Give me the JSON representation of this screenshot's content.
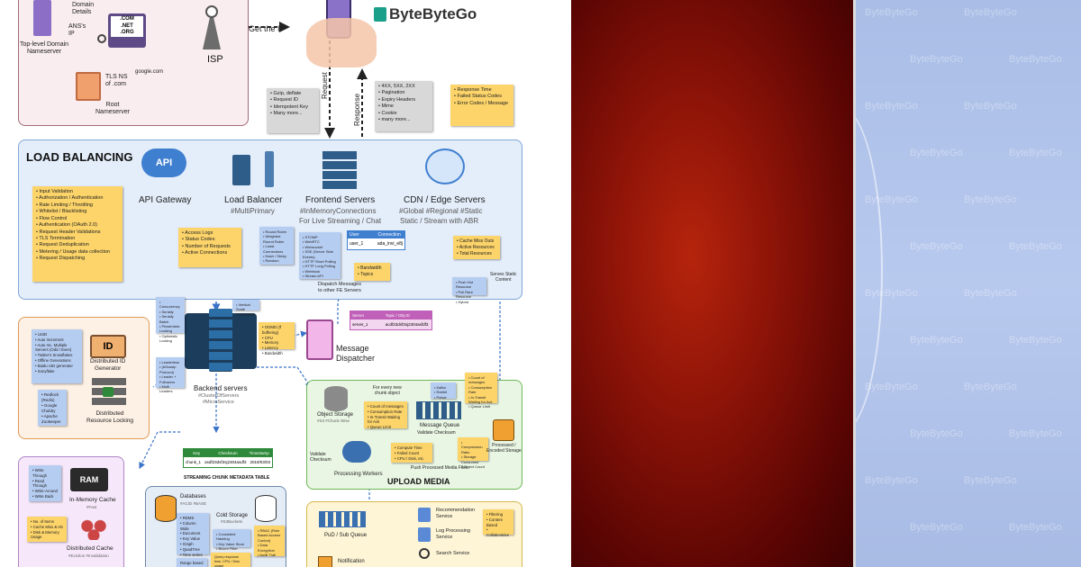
{
  "brand": "ByteByteGo",
  "dns": {
    "tld_label": "Top-level Domain\nNameserver",
    "root_label": "Root\nNameserver",
    "isp_label": "ISP",
    "get_ip": "Get the IP",
    "domain_details": "Domain Details",
    "ans_ip": "ANS's IP",
    "tls_ns": "TLS NS of .com",
    "google": "google.com",
    "tld_list": [
      ".COM",
      ".NET",
      ".ORG"
    ]
  },
  "request_label": "Request",
  "response_label": "Response",
  "request_notes": [
    "Gzip, deflate",
    "Request ID",
    "Idempotent Key",
    "Many more..."
  ],
  "response_notes": [
    "4XX, 5XX, 2XX",
    "Pagination",
    "Expiry Headers",
    "Mime",
    "Cookie",
    "many more..."
  ],
  "response_notes2": [
    "Response Time",
    "Failed Status Codes",
    "Error Codes / Message"
  ],
  "load_balancing": {
    "title": "LOAD BALANCING",
    "api": "API Gateway",
    "api_icon": "API",
    "lb": "Load Balancer",
    "lb_tag": "#MultiPrimary",
    "fe": "Frontend Servers",
    "fe_tag1": "#InMemoryConnections",
    "fe_tag2": "For Live Streaming / Chat",
    "cdn": "CDN / Edge Servers",
    "cdn_tag1": "#Global #Regional #Static",
    "cdn_tag2": "Static / Stream with ABR",
    "gateway_notes": [
      "Input Validation",
      "Authorization / Authentication",
      "Rate Limiting / Throttling",
      "Whitelist / Blacklisting",
      "Flow Control",
      "Authentication (OAuth 2.0)",
      "Request Header Validations",
      "TLS Termination",
      "Request Deduplication",
      "Metering / Usage data collection",
      "Request Dispatching"
    ],
    "lb_notes": [
      "Access Logs",
      "Status Codes",
      "Number of Requests",
      "Active Connections"
    ],
    "lb_algos": [
      "Round Robin",
      "Weighted Round Robin",
      "Least Connections",
      "Hash / Sticky",
      "Random"
    ],
    "fe_protocols": [
      "STOMP",
      "WebRTC",
      "Websocket",
      "SSE (Server Side Events)",
      "HTTP Short Polling",
      "HTTP Long Polling",
      "Webhook",
      "Stream API"
    ],
    "conn_table": {
      "headers": [
        "User",
        "Connection"
      ],
      "row": [
        "user_1",
        "ada_invi_e8j"
      ]
    },
    "bw_notes": [
      "Bandwidth",
      "Topics"
    ],
    "cdn_notes": [
      "Cache Miss Outs",
      "Active Resources",
      "Total Resources"
    ],
    "push_pull": [
      "Push Hot Resource",
      "Pull Rare Resource",
      "Hybrid"
    ],
    "dispatch": "Dispatch Messages\nto other FE Servers",
    "serve_static": "Serves Static\nContent"
  },
  "distributed": {
    "id_gen": "Distributed ID\nGenerator",
    "locking": "Distributed\nResource Locking",
    "id_notes": [
      "UUID",
      "Auto Increment",
      "Auto Inc. Multiple Servers (Odd / Even)",
      "Twitter's Snowflakes",
      "Offline Generations",
      "Baidu UID generator",
      "Sonyflake"
    ],
    "lock_notes": [
      "Redlock (Redis)",
      "Google Chubby",
      "Apache Zookeeper"
    ]
  },
  "backend": {
    "label": "Backend servers",
    "tag1": "#ClusterOfServers",
    "tag2": "#MicroService",
    "left_notes": [
      "Concurrency",
      "Serially",
      "Serially Batch",
      "Pessimistic Locking",
      "Optimistic Locking"
    ],
    "left_notes2": [
      "Leaderless",
      "(#Gossip Protocol)",
      "Leader + Followers",
      "Multi Leaders"
    ],
    "scale_notes": [
      "Vertical Scale",
      "Horizontal"
    ],
    "metrics": [
      "OOMD (If buffering)",
      "CPU",
      "Memory",
      "Latency",
      "Bandwidth"
    ]
  },
  "dispatcher": {
    "label": "Message\nDispatcher",
    "table_headers": [
      "Server",
      "Topic / Obj ID"
    ],
    "table_row": [
      "server_1",
      "acdf23dsf3sj2304asfdf3"
    ]
  },
  "upload": {
    "title": "UPLOAD MEDIA",
    "object_storage": "Object Storage",
    "obj_tag": "#S3 #Chunk Wise",
    "queue": "Message Queue",
    "validate": "Validate Checksum",
    "workers": "Processing Workers",
    "processed": "Processed /\nEncoded Storage",
    "push_files": "Push Processed Media Files",
    "new_chunk": "For every new\nchunk object",
    "validate2": "Validate\nChecksum",
    "kafka": [
      "Kafka",
      "Rabbit",
      "Pulsar"
    ],
    "queue_notes": [
      "Count of messages",
      "Consumption Rate",
      "In-Transit Waiting for Ack",
      "Queue Limit"
    ],
    "worker_notes": [
      "Compute Time",
      "Failed Count",
      "CPU / Disk, etc."
    ],
    "storage_notes": [
      "Compression Ratio",
      "Storage Consumed",
      "Object Count"
    ],
    "msg_notes": [
      "Count of messages",
      "Consumption Rate",
      "In-Transit Waiting for Ack",
      "Queue Limit"
    ]
  },
  "chunk_table": {
    "title": "STREAMING CHUNK METADATA TABLE",
    "headers": [
      "Key",
      "Checksum",
      "Timestamp"
    ],
    "row": [
      "chunk_1",
      "asdf23dsf3sj2304asdf3",
      "2019/03/03"
    ]
  },
  "cache": {
    "in_memory": "In-Memory Cache",
    "in_memory_tag": "#Fast",
    "ram": "RAM",
    "distributed": "Distributed Cache",
    "distributed_tag": "#Eviction #Invalidation",
    "write_notes": [
      "Write Through",
      "Read Through",
      "Write-Around",
      "Write Back"
    ],
    "size_notes": [
      "No. of Items",
      "Cache Miss & Hit",
      "Disk & Memory Usage"
    ]
  },
  "databases": {
    "label": "Databases",
    "tag": "#ACID #BASE",
    "types": [
      "RDMS",
      "Column Wide",
      "Document",
      "Key Value",
      "Graph",
      "QuadTree",
      "Time series"
    ],
    "cold": "Cold Storage",
    "cold_tag": "#S3Buckets",
    "cold_notes": [
      "Consistent Hashing",
      "Key Value Store",
      "Bloom Filter"
    ],
    "policy_notes": [
      "RBAC (Role Based Access Control)",
      "Data Encryption",
      "Audit Trail"
    ],
    "range": "Range based",
    "query": "Query response time, CPU / Disk usage"
  },
  "pubsub": {
    "label": "PuD / Sub Queue",
    "notification": "Notification",
    "services": [
      "Recommendation Service",
      "Log Processing Service",
      "Search Service"
    ],
    "filtering": [
      "Filtering",
      "Content Based",
      "Collaborative"
    ]
  }
}
